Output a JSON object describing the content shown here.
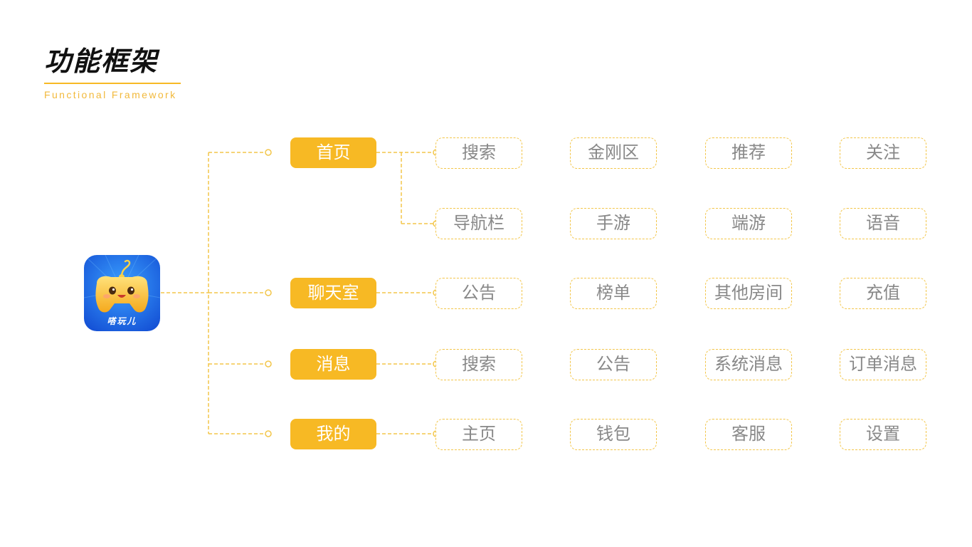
{
  "header": {
    "title": "功能框架",
    "subtitle": "Functional Framework"
  },
  "app": {
    "icon_name": "gamepad-mascot-icon",
    "label": "嗒玩儿"
  },
  "colors": {
    "accent": "#f7b924",
    "connector": "#f3c64a",
    "leaf_text": "#888888",
    "icon_bg": "#1a6ee8"
  },
  "categories": [
    {
      "label": "首页",
      "rows": [
        [
          "搜索",
          "金刚区",
          "推荐",
          "关注"
        ],
        [
          "导航栏",
          "手游",
          "端游",
          "语音"
        ]
      ]
    },
    {
      "label": "聊天室",
      "rows": [
        [
          "公告",
          "榜单",
          "其他房间",
          "充值"
        ]
      ]
    },
    {
      "label": "消息",
      "rows": [
        [
          "搜索",
          "公告",
          "系统消息",
          "订单消息"
        ]
      ]
    },
    {
      "label": "我的",
      "rows": [
        [
          "主页",
          "钱包",
          "客服",
          "设置"
        ]
      ]
    }
  ]
}
